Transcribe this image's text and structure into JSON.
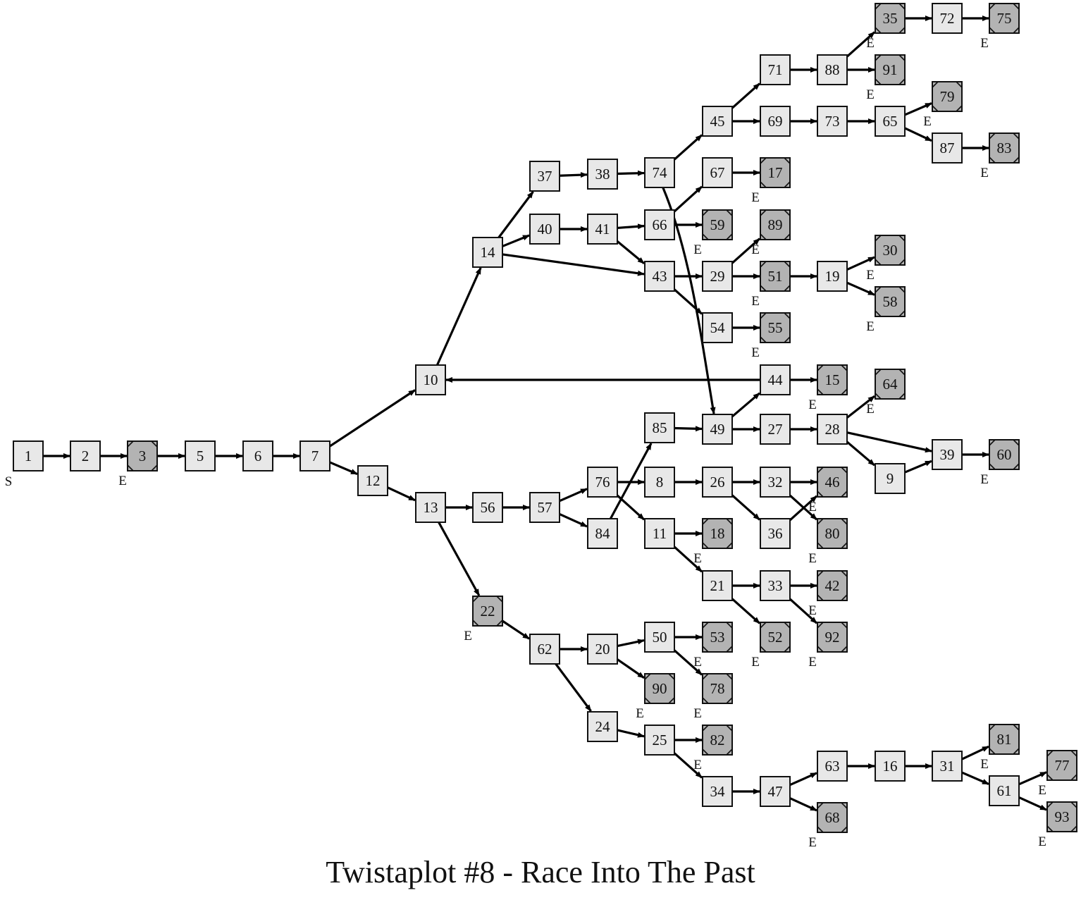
{
  "title": "Twistaplot #8 - Race Into The Past",
  "start_tag": "S",
  "end_tag": "E",
  "colors": {
    "node_fill": "#e8e8e8",
    "end_fill": "#b3b3b3",
    "line": "#000000"
  },
  "nodes": [
    {
      "id": "1",
      "start": true
    },
    {
      "id": "2"
    },
    {
      "id": "3",
      "end": true
    },
    {
      "id": "5"
    },
    {
      "id": "6"
    },
    {
      "id": "7"
    },
    {
      "id": "10"
    },
    {
      "id": "12"
    },
    {
      "id": "13"
    },
    {
      "id": "14"
    },
    {
      "id": "37"
    },
    {
      "id": "38"
    },
    {
      "id": "74"
    },
    {
      "id": "45"
    },
    {
      "id": "71"
    },
    {
      "id": "88"
    },
    {
      "id": "35",
      "end": true
    },
    {
      "id": "72"
    },
    {
      "id": "75",
      "end": true
    },
    {
      "id": "91",
      "end": true
    },
    {
      "id": "69"
    },
    {
      "id": "73"
    },
    {
      "id": "65"
    },
    {
      "id": "79",
      "end": true
    },
    {
      "id": "87"
    },
    {
      "id": "83",
      "end": true
    },
    {
      "id": "40"
    },
    {
      "id": "41"
    },
    {
      "id": "66"
    },
    {
      "id": "67"
    },
    {
      "id": "17",
      "end": true
    },
    {
      "id": "59",
      "end": true
    },
    {
      "id": "43"
    },
    {
      "id": "29"
    },
    {
      "id": "89",
      "end": true
    },
    {
      "id": "51",
      "end": true
    },
    {
      "id": "19"
    },
    {
      "id": "30",
      "end": true
    },
    {
      "id": "58",
      "end": true
    },
    {
      "id": "54"
    },
    {
      "id": "55",
      "end": true
    },
    {
      "id": "44"
    },
    {
      "id": "15",
      "end": true
    },
    {
      "id": "49"
    },
    {
      "id": "27"
    },
    {
      "id": "28"
    },
    {
      "id": "64",
      "end": true
    },
    {
      "id": "39"
    },
    {
      "id": "60",
      "end": true
    },
    {
      "id": "9"
    },
    {
      "id": "85"
    },
    {
      "id": "56"
    },
    {
      "id": "57"
    },
    {
      "id": "76"
    },
    {
      "id": "84"
    },
    {
      "id": "8"
    },
    {
      "id": "26"
    },
    {
      "id": "32"
    },
    {
      "id": "46",
      "end": true
    },
    {
      "id": "80",
      "end": true
    },
    {
      "id": "36"
    },
    {
      "id": "11"
    },
    {
      "id": "18",
      "end": true
    },
    {
      "id": "21"
    },
    {
      "id": "33"
    },
    {
      "id": "42",
      "end": true
    },
    {
      "id": "92",
      "end": true
    },
    {
      "id": "52",
      "end": true
    },
    {
      "id": "22",
      "end": true
    },
    {
      "id": "62"
    },
    {
      "id": "20"
    },
    {
      "id": "50"
    },
    {
      "id": "53",
      "end": true
    },
    {
      "id": "78",
      "end": true
    },
    {
      "id": "90",
      "end": true
    },
    {
      "id": "24"
    },
    {
      "id": "25"
    },
    {
      "id": "82",
      "end": true
    },
    {
      "id": "34"
    },
    {
      "id": "47"
    },
    {
      "id": "63"
    },
    {
      "id": "16"
    },
    {
      "id": "31"
    },
    {
      "id": "81",
      "end": true
    },
    {
      "id": "61"
    },
    {
      "id": "77",
      "end": true
    },
    {
      "id": "93",
      "end": true
    },
    {
      "id": "68",
      "end": true
    }
  ],
  "edges": [
    [
      "1",
      "2"
    ],
    [
      "2",
      "3"
    ],
    [
      "3",
      "5"
    ],
    [
      "5",
      "6"
    ],
    [
      "6",
      "7"
    ],
    [
      "7",
      "10"
    ],
    [
      "7",
      "12"
    ],
    [
      "12",
      "13"
    ],
    [
      "10",
      "14"
    ],
    [
      "14",
      "37"
    ],
    [
      "14",
      "40"
    ],
    [
      "14",
      "43"
    ],
    [
      "37",
      "38"
    ],
    [
      "38",
      "74"
    ],
    [
      "74",
      "45"
    ],
    [
      "74",
      "49"
    ],
    [
      "45",
      "71"
    ],
    [
      "45",
      "69"
    ],
    [
      "71",
      "88"
    ],
    [
      "88",
      "35"
    ],
    [
      "88",
      "91"
    ],
    [
      "35",
      "72"
    ],
    [
      "72",
      "75"
    ],
    [
      "69",
      "73"
    ],
    [
      "73",
      "65"
    ],
    [
      "65",
      "79"
    ],
    [
      "65",
      "87"
    ],
    [
      "87",
      "83"
    ],
    [
      "40",
      "41"
    ],
    [
      "41",
      "66"
    ],
    [
      "41",
      "43"
    ],
    [
      "66",
      "67"
    ],
    [
      "66",
      "59"
    ],
    [
      "67",
      "17"
    ],
    [
      "43",
      "29"
    ],
    [
      "43",
      "54"
    ],
    [
      "29",
      "89"
    ],
    [
      "29",
      "51"
    ],
    [
      "51",
      "19"
    ],
    [
      "19",
      "30"
    ],
    [
      "19",
      "58"
    ],
    [
      "54",
      "55"
    ],
    [
      "44",
      "10"
    ],
    [
      "44",
      "15"
    ],
    [
      "49",
      "44"
    ],
    [
      "49",
      "27"
    ],
    [
      "27",
      "28"
    ],
    [
      "28",
      "64"
    ],
    [
      "28",
      "39"
    ],
    [
      "28",
      "9"
    ],
    [
      "9",
      "39"
    ],
    [
      "39",
      "60"
    ],
    [
      "85",
      "49"
    ],
    [
      "13",
      "56"
    ],
    [
      "13",
      "22"
    ],
    [
      "56",
      "57"
    ],
    [
      "57",
      "76"
    ],
    [
      "57",
      "84"
    ],
    [
      "84",
      "85"
    ],
    [
      "76",
      "8"
    ],
    [
      "76",
      "11"
    ],
    [
      "8",
      "26"
    ],
    [
      "26",
      "32"
    ],
    [
      "26",
      "36"
    ],
    [
      "32",
      "46"
    ],
    [
      "32",
      "80"
    ],
    [
      "36",
      "46"
    ],
    [
      "11",
      "18"
    ],
    [
      "11",
      "21"
    ],
    [
      "21",
      "33"
    ],
    [
      "21",
      "52"
    ],
    [
      "33",
      "42"
    ],
    [
      "33",
      "92"
    ],
    [
      "22",
      "62"
    ],
    [
      "62",
      "20"
    ],
    [
      "62",
      "24"
    ],
    [
      "20",
      "50"
    ],
    [
      "20",
      "90"
    ],
    [
      "50",
      "53"
    ],
    [
      "50",
      "78"
    ],
    [
      "24",
      "25"
    ],
    [
      "25",
      "82"
    ],
    [
      "25",
      "34"
    ],
    [
      "34",
      "47"
    ],
    [
      "47",
      "63"
    ],
    [
      "47",
      "68"
    ],
    [
      "63",
      "16"
    ],
    [
      "16",
      "31"
    ],
    [
      "31",
      "81"
    ],
    [
      "31",
      "61"
    ],
    [
      "61",
      "77"
    ],
    [
      "61",
      "93"
    ]
  ]
}
